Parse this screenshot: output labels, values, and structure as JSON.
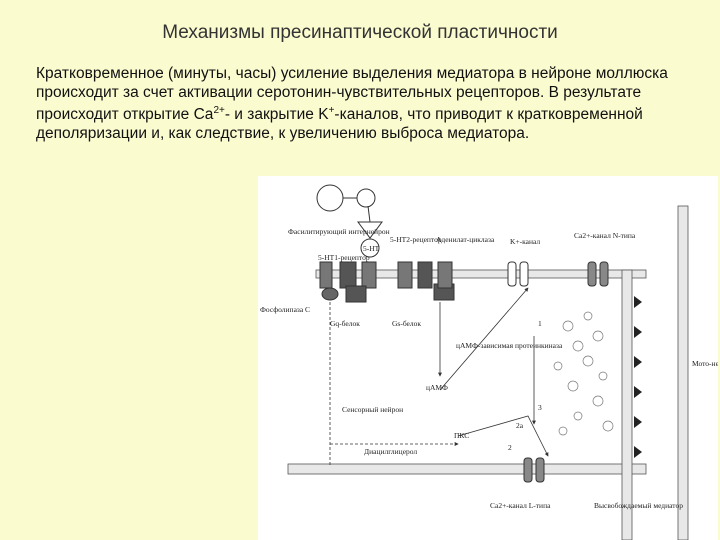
{
  "slide": {
    "title": "Механизмы пресинаптической пластичности",
    "body_parts": [
      "Кратковременное (минуты, часы) усиление выделения медиатора в нейроне моллюска происходит за счет активации серотонин-чувствительных рецепторов. В результате происходит открытие Ca",
      "2+",
      "- и закрытие K",
      "+",
      "-каналов, что приводит к кратковременной деполяризации и, как следствие, к увеличению выброса медиатора."
    ]
  },
  "diagram": {
    "labels": {
      "facilitating_interneuron": "Фасилитирующий интернейрон",
      "receptor_5ht_1": "5-НТ1-рецептор",
      "receptor_5ht_2": "5-НТ2-рецептор",
      "serotonin": "5-НТ",
      "adenylate_cyclase": "Аденилат-циклаза",
      "k_channel": "K+-канал",
      "ca_channel_n": "Ca2+-канал N-типа",
      "phospholipase": "Фосфолипаза С",
      "gq_protein": "Gq-белок",
      "gs_protein": "Gs-белок",
      "pka": "цАМФ-зависимая протеинкиназа",
      "camp": "цАМФ",
      "sensory_neuron": "Сенсорный нейрон",
      "pkc": "ПКС",
      "diacylglycerol": "Диацилглицерол",
      "ca_channel_l": "Ca2+-канал L-типа",
      "motor_neuron": "Мото-нейрон",
      "released_mediator": "Высвобождаемый медиатор",
      "num_1": "1",
      "num_2": "2",
      "num_2a": "2а",
      "num_3": "3"
    }
  }
}
